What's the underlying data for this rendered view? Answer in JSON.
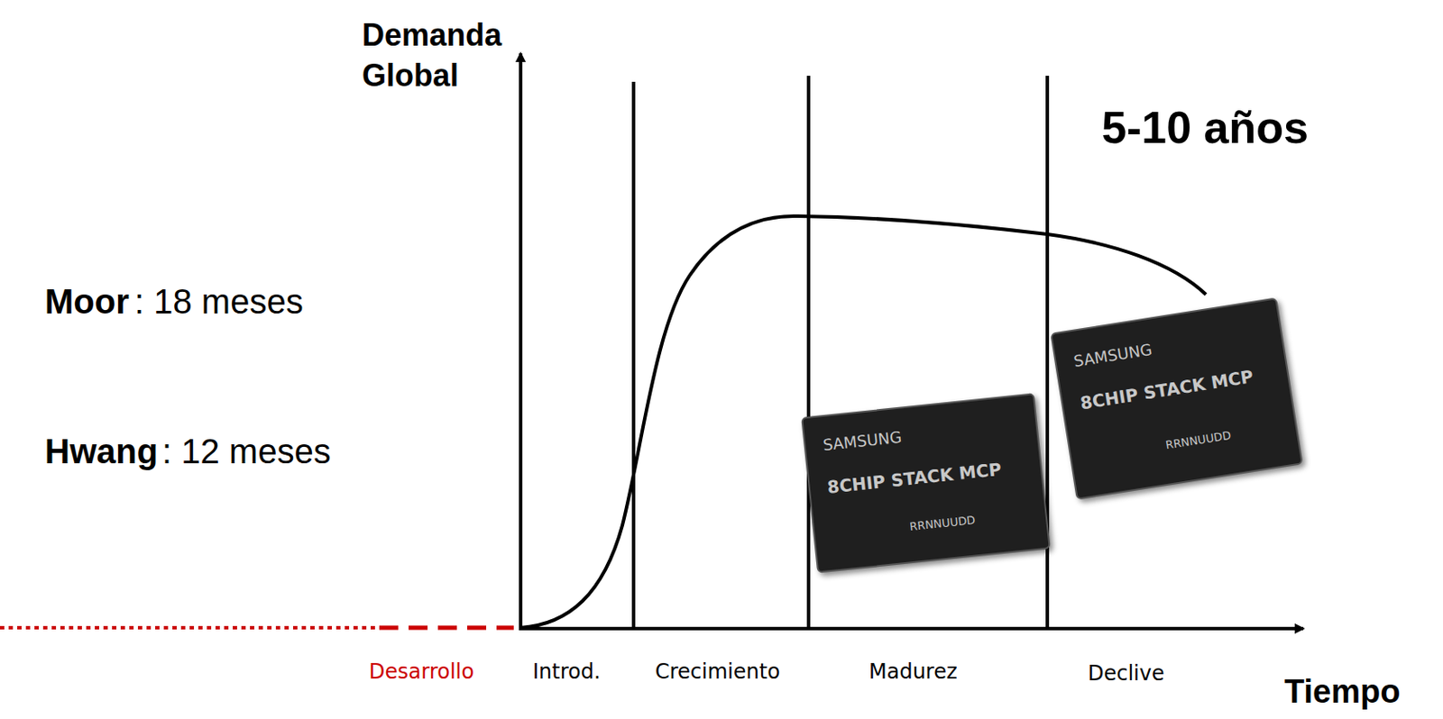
{
  "diagram": {
    "labels": [
      "Demanda Global",
      "5-10 años",
      "Moor",
      ": 18 meses",
      "Hwang",
      ": 12 meses",
      "Desarrollo",
      "Introd.",
      "Crecimiento",
      "Madurez",
      "Declive",
      "Tiempo",
      "SAMSUNG",
      "8CHIP STACK MCP",
      "RRNNUUDD",
      "SAMSUNG",
      "8CHIP STACK MCP",
      "RRNNUUDD"
    ]
  }
}
